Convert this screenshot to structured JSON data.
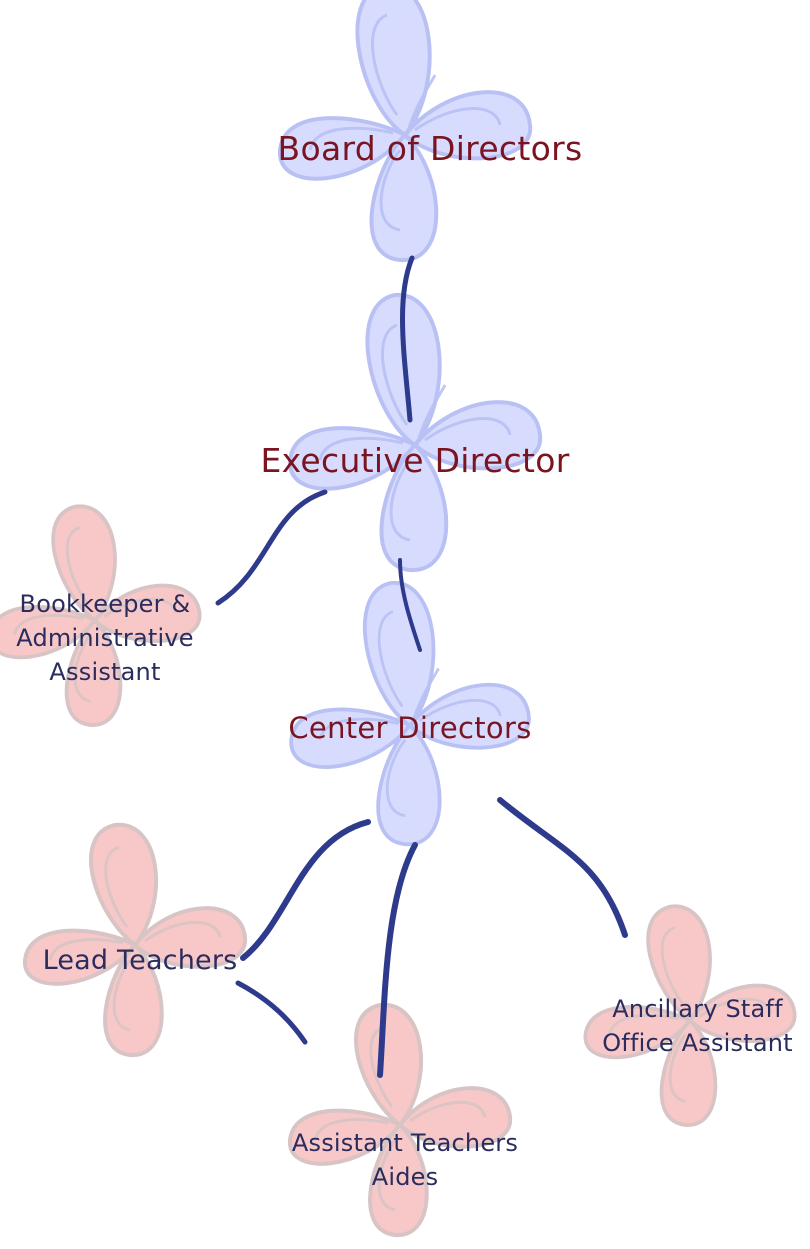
{
  "colors": {
    "purple_flower": "#d6dcff",
    "purple_flower_outline": "#b8c0f3",
    "pink_flower": "#f8c6c6",
    "pink_flower_outline": "#d6c2c2",
    "connector": "#2e3b8c",
    "purple_label_text": "#7a1420",
    "pink_label_text": "#2a2c5e"
  },
  "nodes": {
    "board": {
      "label": "Board of Directors",
      "flower": "purple-butterfly-flower"
    },
    "executive": {
      "label": "Executive Director",
      "flower": "purple-butterfly-flower"
    },
    "center": {
      "label": "Center Directors",
      "flower": "purple-butterfly-flower"
    },
    "bookkeeper": {
      "lines": [
        "Bookkeeper &",
        "Administrative",
        "Assistant"
      ],
      "flower": "pink-butterfly-flower"
    },
    "lead": {
      "label": "Lead Teachers",
      "flower": "pink-butterfly-flower"
    },
    "assistant": {
      "lines": [
        "Assistant Teachers",
        "Aides"
      ],
      "flower": "pink-butterfly-flower"
    },
    "ancillary": {
      "lines": [
        "Ancillary Staff",
        "Office Assistant"
      ],
      "flower": "pink-butterfly-flower"
    }
  },
  "edges": [
    {
      "from": "board",
      "to": "executive"
    },
    {
      "from": "executive",
      "to": "bookkeeper"
    },
    {
      "from": "executive",
      "to": "center"
    },
    {
      "from": "center",
      "to": "lead"
    },
    {
      "from": "center",
      "to": "assistant"
    },
    {
      "from": "center",
      "to": "ancillary"
    },
    {
      "from": "lead",
      "to": "assistant"
    }
  ]
}
